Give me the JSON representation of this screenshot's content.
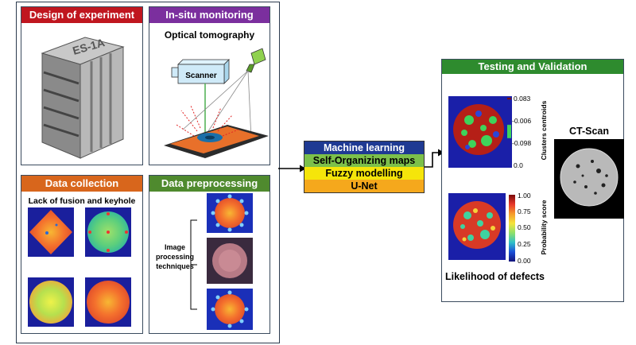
{
  "panels": {
    "design": {
      "title": "Design of experiment",
      "part_text": "ES-1A",
      "color": "#c0161f"
    },
    "insitu": {
      "title": "In-situ monitoring",
      "subtitle": "Optical tomography",
      "scanner_label": "Scanner",
      "color": "#7b2f9e"
    },
    "collection": {
      "title": "Data collection",
      "subtitle": "Lack of fusion and keyhole",
      "color": "#d8661c"
    },
    "preprocessing": {
      "title": "Data preprocessing",
      "side_label": [
        "Image",
        "processing",
        "techniques"
      ],
      "color": "#4f8a2e"
    },
    "testing": {
      "title": "Testing and Validation",
      "color": "#2e8b2e"
    }
  },
  "ml_box": {
    "rows": [
      {
        "label": "Machine learning",
        "bg": "#1f3a93",
        "fg": "#ffffff"
      },
      {
        "label": "Self-Organizing maps",
        "bg": "#7cc04a",
        "fg": "#000000"
      },
      {
        "label": "Fuzzy modelling",
        "bg": "#f5e50a",
        "fg": "#000000"
      },
      {
        "label": "U-Net",
        "bg": "#f5a81c",
        "fg": "#000000"
      }
    ]
  },
  "testing": {
    "cluster_colorbar": {
      "ticks": [
        "0.083",
        "-0.006",
        "-0.098",
        "0.0"
      ],
      "label": "Clusters centroids"
    },
    "prob_colorbar": {
      "ticks": [
        "1.00",
        "0.75",
        "0.50",
        "0.25",
        "0.00"
      ],
      "label": "Probability score"
    },
    "likelihood_label": "Likelihood of defects",
    "ct_label": "CT-Scan"
  }
}
